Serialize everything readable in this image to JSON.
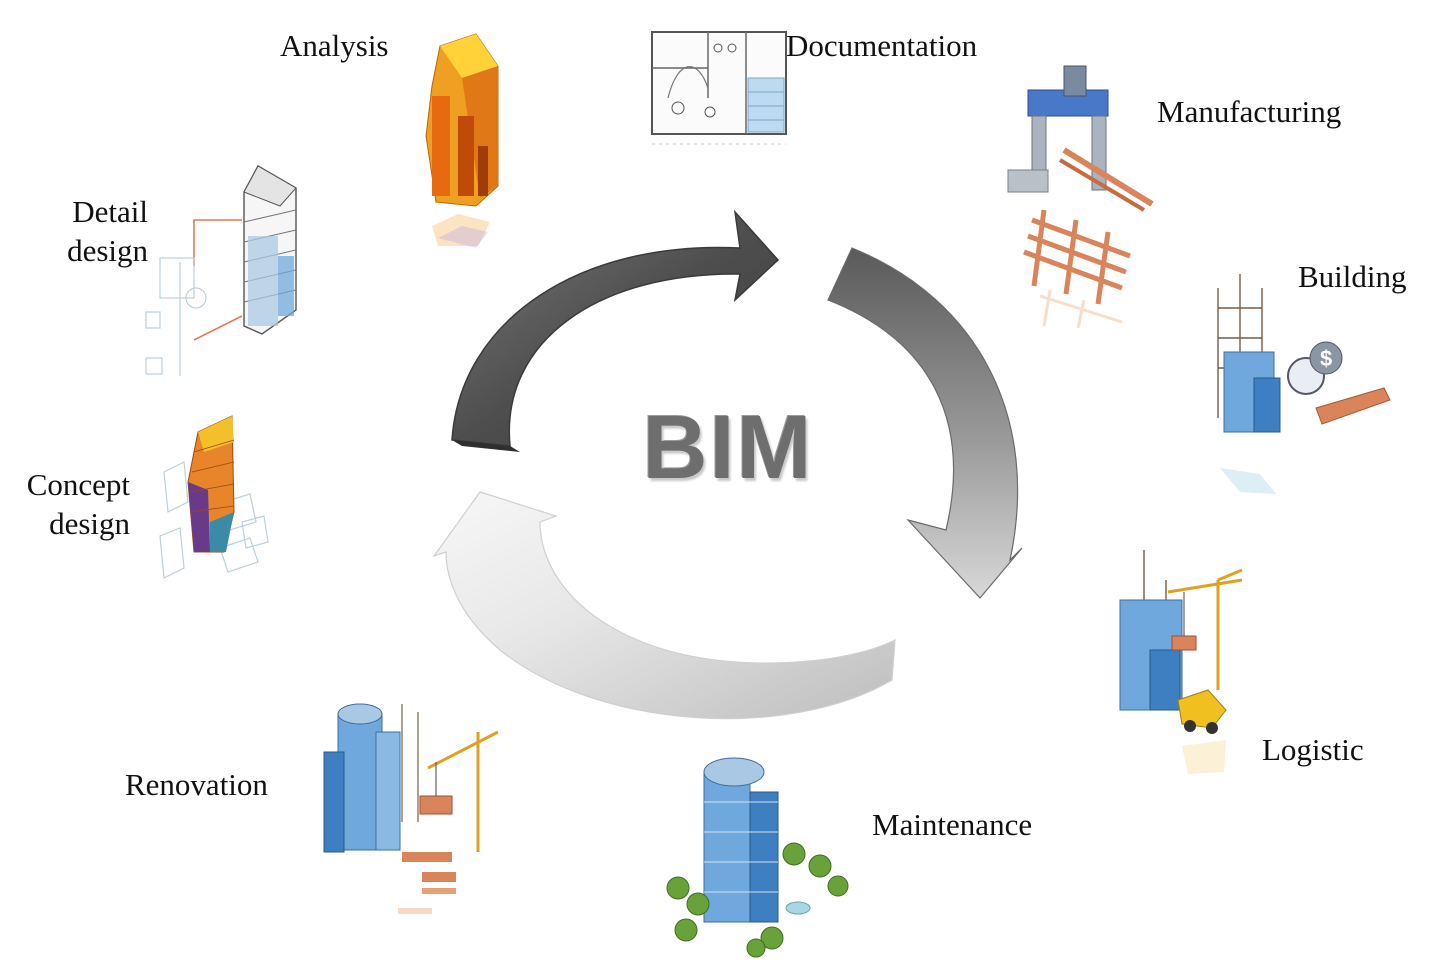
{
  "center": {
    "label": "BIM"
  },
  "stages": {
    "analysis": "Analysis",
    "documentation": "Documentation",
    "manufacturing": "Manufacturing",
    "building": "Building",
    "logistic": "Logistic",
    "maintenance": "Maintenance",
    "renovation": "Renovation",
    "concept_design_1": "Concept",
    "concept_design_2": "design",
    "detail_design_1": "Detail",
    "detail_design_2": "design"
  },
  "colors": {
    "arrow_dark": "#4a4a4a",
    "arrow_light": "#e6e6e6",
    "glass_blue": "#6fa8dc",
    "orange": "#f39c12",
    "timber": "#d9845a"
  },
  "icons": {
    "analysis": "analysis-tower-icon",
    "documentation": "floorplan-icon",
    "manufacturing": "manufacturing-machine-icon",
    "building": "construction-tower-icon",
    "logistic": "crane-logistics-icon",
    "maintenance": "maintenance-building-icon",
    "renovation": "renovation-crane-icon",
    "concept_design": "concept-massing-icon",
    "detail_design": "detail-design-tower-icon"
  }
}
